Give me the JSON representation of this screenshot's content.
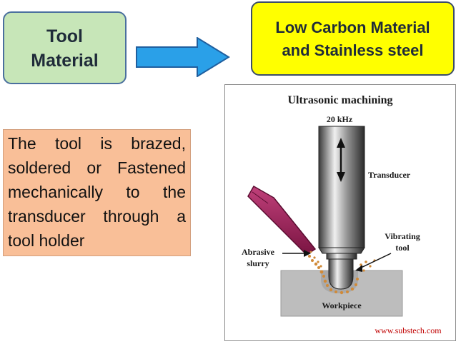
{
  "tool_box": {
    "line1": "Tool",
    "line2": "Material"
  },
  "material_box": {
    "line1": "Low Carbon Material",
    "line2": "and Stainless steel"
  },
  "description": {
    "text": "The tool is brazed, soldered or Fastened mechanically to the transducer through a tool holder"
  },
  "figure": {
    "title": "Ultrasonic machining",
    "frequency": "20 kHz",
    "transducer_label": "Transducer",
    "vibrating_tool_line1": "Vibrating",
    "vibrating_tool_line2": "tool",
    "abrasive_line1": "Abrasive",
    "abrasive_line2": "slurry",
    "workpiece_label": "Workpiece",
    "source": "www.substech.com"
  },
  "colors": {
    "tool_box_fill": "#c7e6b8",
    "material_box_fill": "#ffff00",
    "description_fill": "#f9bf98",
    "arrow_fill": "#2aa0e8",
    "nozzle_color": "#a0205a",
    "source_color": "#c00000"
  }
}
